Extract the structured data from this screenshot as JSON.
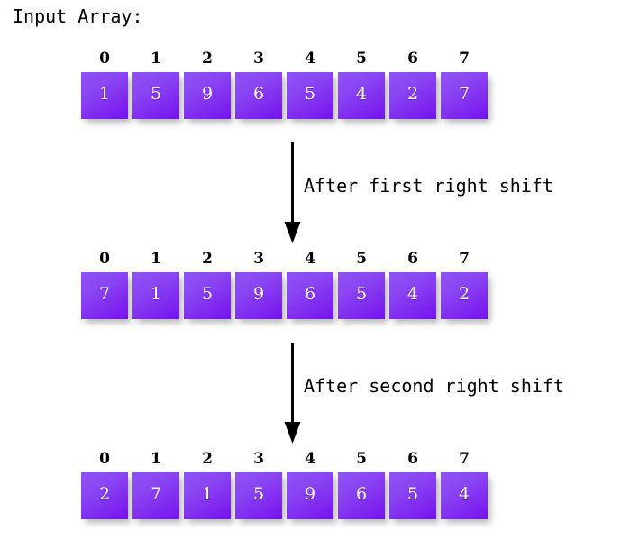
{
  "title": "Input Array:",
  "arrays": [
    {
      "name": "input-array",
      "indices": [
        "0",
        "1",
        "2",
        "3",
        "4",
        "5",
        "6",
        "7"
      ],
      "values": [
        "1",
        "5",
        "9",
        "6",
        "5",
        "4",
        "2",
        "7"
      ]
    },
    {
      "name": "after-first-right-shift-array",
      "indices": [
        "0",
        "1",
        "2",
        "3",
        "4",
        "5",
        "6",
        "7"
      ],
      "values": [
        "7",
        "1",
        "5",
        "9",
        "6",
        "5",
        "4",
        "2"
      ]
    },
    {
      "name": "after-second-right-shift-array",
      "indices": [
        "0",
        "1",
        "2",
        "3",
        "4",
        "5",
        "6",
        "7"
      ],
      "values": [
        "2",
        "7",
        "1",
        "5",
        "9",
        "6",
        "5",
        "4"
      ]
    }
  ],
  "transitions": [
    {
      "icon": "down-arrow-icon",
      "caption": "After first right shift"
    },
    {
      "icon": "down-arrow-icon",
      "caption": "After second right shift"
    }
  ],
  "colors": {
    "background": "#ffffff",
    "cell_gradient_start": "#8e52f4",
    "cell_gradient_end": "#7412ee",
    "cell_text": "#ffffff",
    "label_text": "#000000",
    "arrow": "#000000"
  }
}
